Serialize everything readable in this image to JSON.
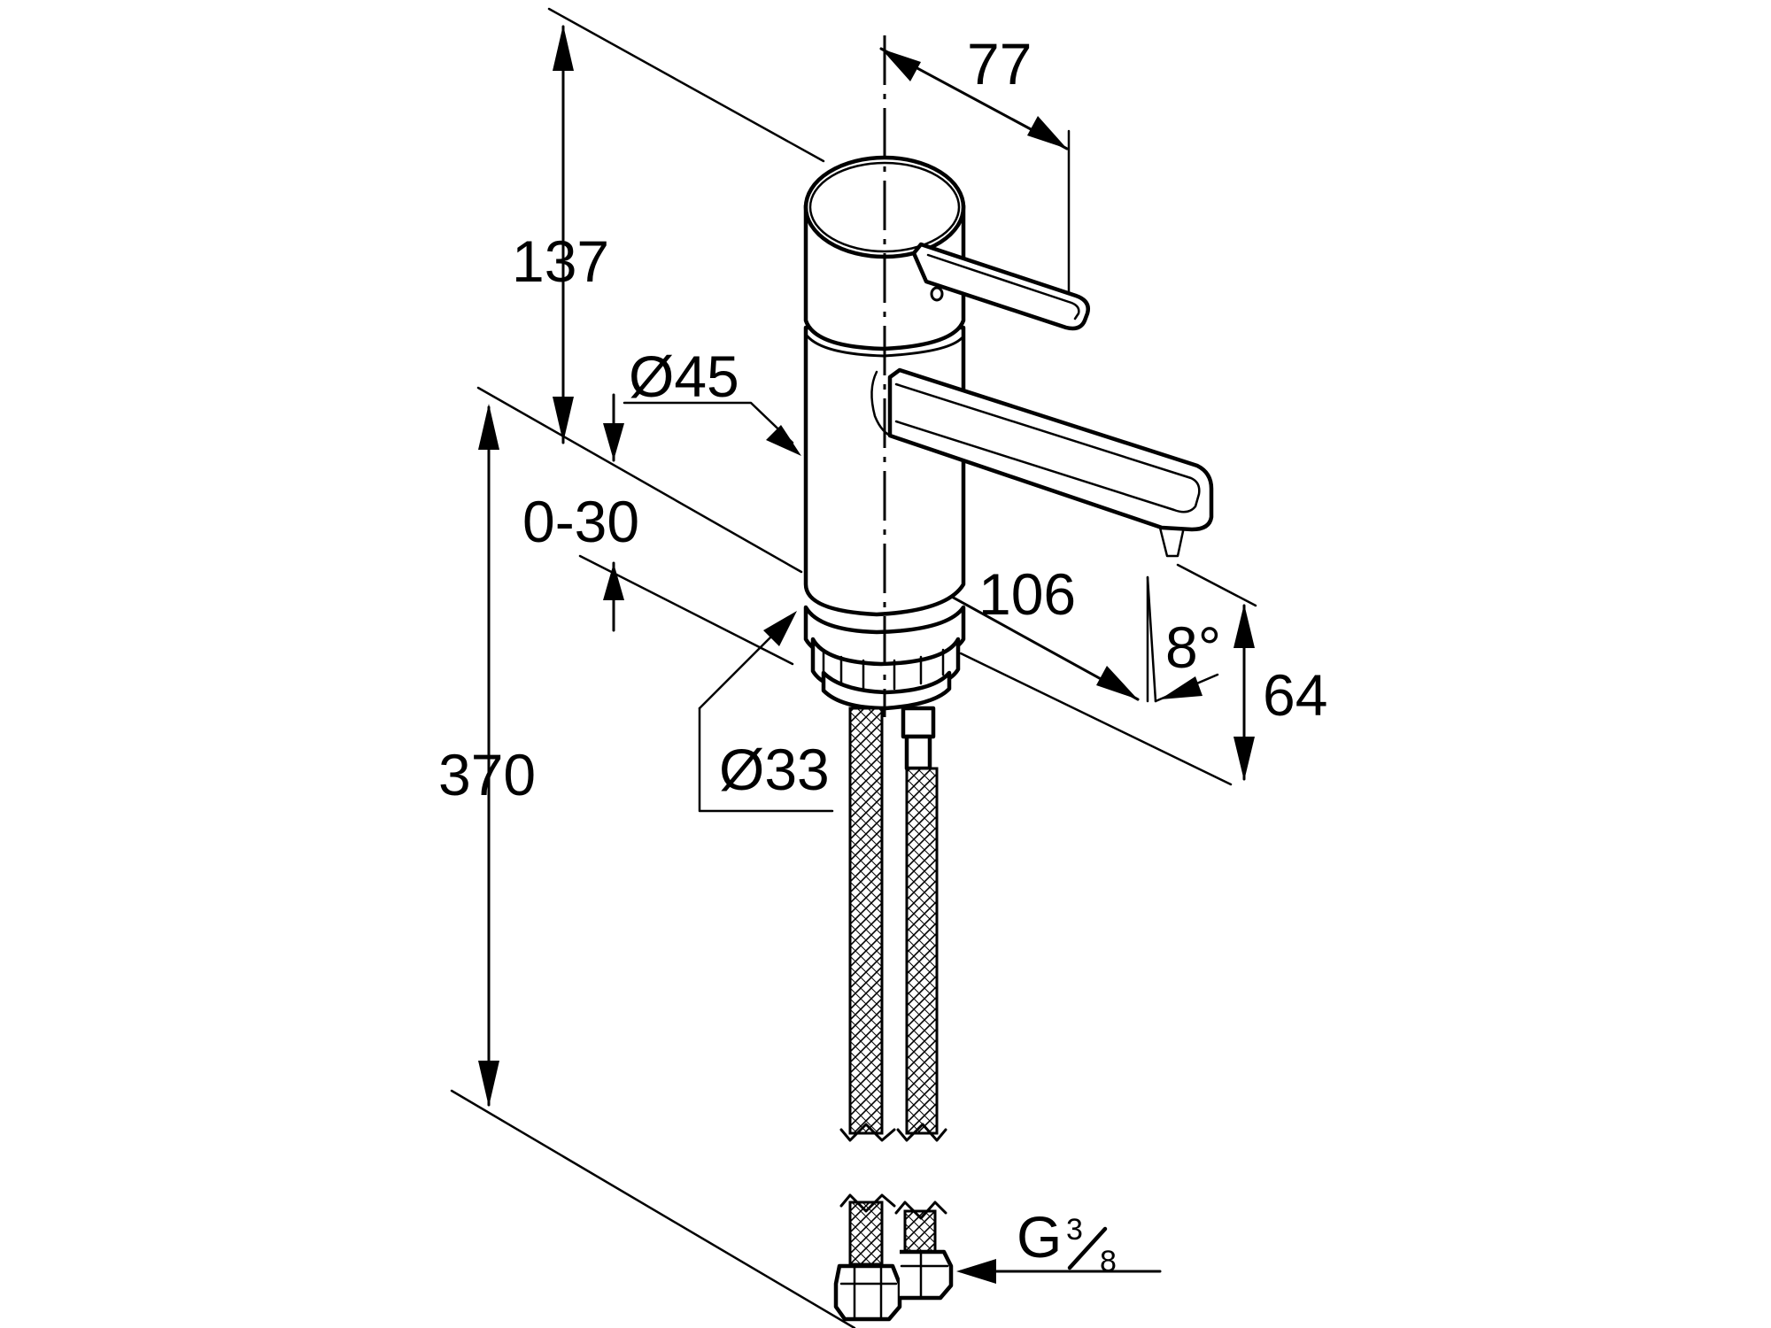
{
  "dimensions": {
    "height_overall": "137",
    "handle_reach": "77",
    "body_diameter": "Ø45",
    "deck_thickness": "0-30",
    "spout_reach": "106",
    "spout_angle": "8°",
    "spout_height": "64",
    "base_diameter": "Ø33",
    "hose_length": "370",
    "thread_letter": "G",
    "thread_num": "3",
    "thread_den": "8"
  },
  "colors": {
    "line": "#000000",
    "background": "#ffffff"
  }
}
